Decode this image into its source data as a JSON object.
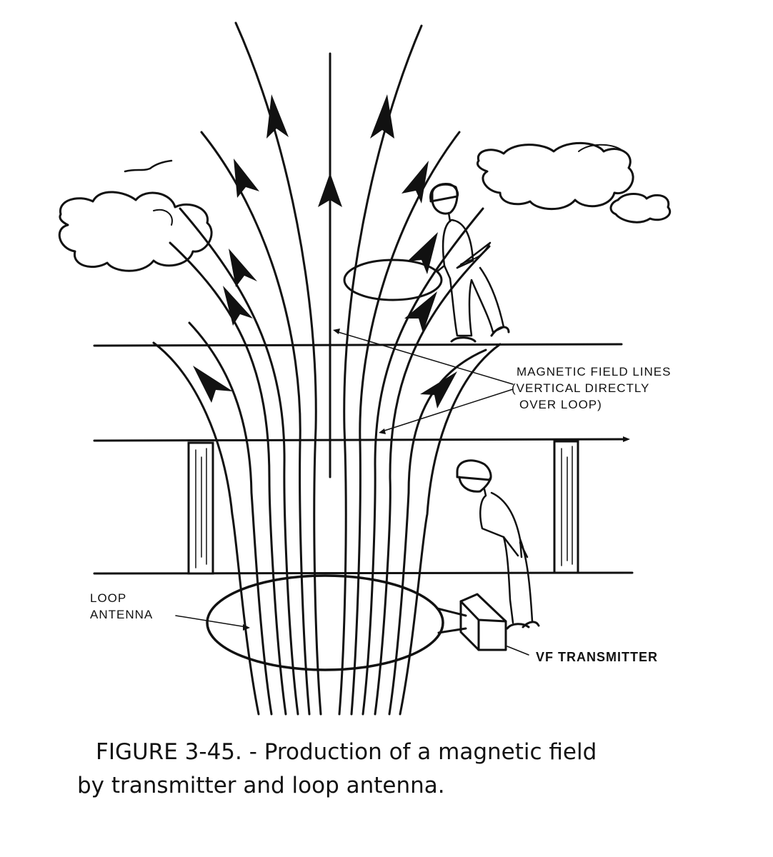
{
  "labels": {
    "field_lines": [
      "MAGNETIC FIELD LINES",
      "(VERTICAL DIRECTLY",
      "OVER LOOP)"
    ],
    "loop_antenna": [
      "LOOP",
      "ANTENNA"
    ],
    "transmitter": "VF TRANSMITTER"
  },
  "caption": {
    "prefix": "FIGURE 3-45. -",
    "line1": "Production of a magnetic field",
    "line2": "by transmitter and loop antenna."
  }
}
